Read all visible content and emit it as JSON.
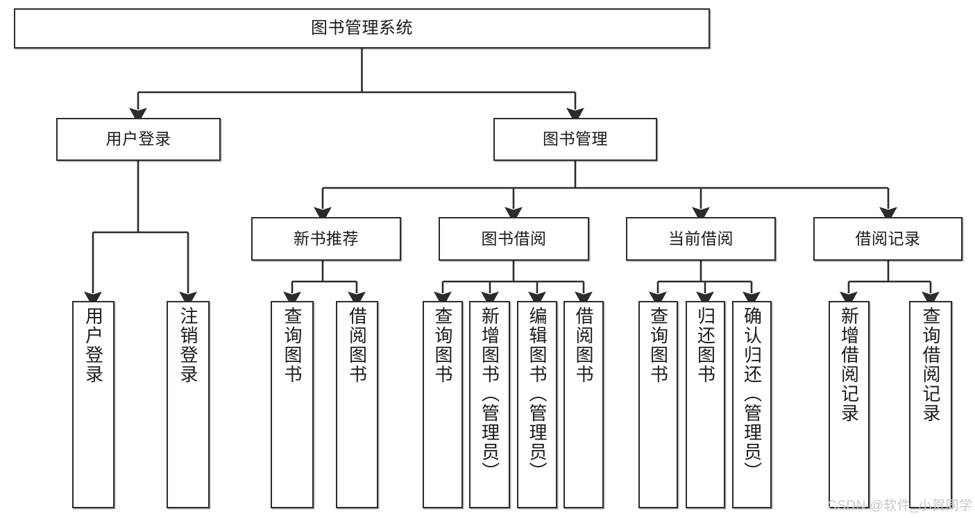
{
  "diagram": {
    "type": "tree-hierarchy-chart",
    "title": "图书管理系统",
    "line_color": "#2b2b2b",
    "box_fill": "#ffffff",
    "text_color": "#1a1a1a",
    "watermark": "CSDN @软件_小贺同学",
    "watermark_color": "#c9c9c9",
    "levels": {
      "root": {
        "label": "图书管理系统"
      },
      "level2": [
        {
          "id": "user-login",
          "label": "用户登录"
        },
        {
          "id": "book-manage",
          "label": "图书管理"
        }
      ],
      "level3": [
        {
          "id": "new-book-rec",
          "label": "新书推荐"
        },
        {
          "id": "book-borrow",
          "label": "图书借阅"
        },
        {
          "id": "current-borrow",
          "label": "当前借阅"
        },
        {
          "id": "borrow-record",
          "label": "借阅记录"
        }
      ],
      "leaves": {
        "user_login": [
          {
            "id": "leaf-user-login",
            "label": "用户登录"
          },
          {
            "id": "leaf-logout-login",
            "label": "注销登录"
          }
        ],
        "new_book_rec": [
          {
            "id": "leaf-query-book-1",
            "label": "查询图书"
          },
          {
            "id": "leaf-borrow-book-1",
            "label": "借阅图书"
          }
        ],
        "book_borrow": [
          {
            "id": "leaf-query-book-2",
            "label": "查询图书"
          },
          {
            "id": "leaf-add-book",
            "label": "新增图书（管理员）"
          },
          {
            "id": "leaf-edit-book",
            "label": "编辑图书（管理员）"
          },
          {
            "id": "leaf-borrow-book-2",
            "label": "借阅图书"
          }
        ],
        "current_borrow": [
          {
            "id": "leaf-query-book-3",
            "label": "查询图书"
          },
          {
            "id": "leaf-return-book",
            "label": "归还图书"
          },
          {
            "id": "leaf-confirm-return",
            "label": "确认归还（管理员）"
          }
        ],
        "borrow_record": [
          {
            "id": "leaf-add-record",
            "label": "新增借阅记录"
          },
          {
            "id": "leaf-query-record",
            "label": "查询借阅记录"
          }
        ]
      }
    }
  }
}
